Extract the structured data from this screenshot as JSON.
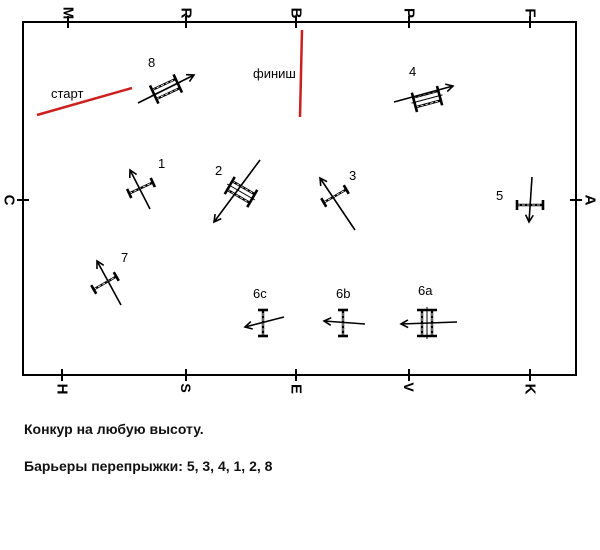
{
  "arena": {
    "letters": {
      "top": [
        "M",
        "R",
        "B",
        "P",
        "F"
      ],
      "bottom": [
        "H",
        "S",
        "E",
        "V",
        "K"
      ],
      "left": "C",
      "right": "A"
    },
    "labels": {
      "start": "старт",
      "finish": "финиш"
    },
    "colors": {
      "line": "#000000",
      "start_finish": "#cc1f1f",
      "background": "#ffffff"
    },
    "obstacles": [
      {
        "id": "8",
        "label": "8",
        "kind": "oxer"
      },
      {
        "id": "4",
        "label": "4",
        "kind": "oxer"
      },
      {
        "id": "1",
        "label": "1",
        "kind": "vertical"
      },
      {
        "id": "2",
        "label": "2",
        "kind": "oxer"
      },
      {
        "id": "3",
        "label": "3",
        "kind": "vertical"
      },
      {
        "id": "5",
        "label": "5",
        "kind": "vertical"
      },
      {
        "id": "7",
        "label": "7",
        "kind": "vertical"
      },
      {
        "id": "6c",
        "label": "6c",
        "kind": "vertical"
      },
      {
        "id": "6b",
        "label": "6b",
        "kind": "vertical"
      },
      {
        "id": "6a",
        "label": "6а",
        "kind": "oxer"
      }
    ]
  },
  "caption": {
    "title": "Конкур на любую высоту.",
    "rule_prefix": "Барьеры перепрыжки:",
    "rule_values": "5, 3, 4, 1, 2, 8"
  }
}
